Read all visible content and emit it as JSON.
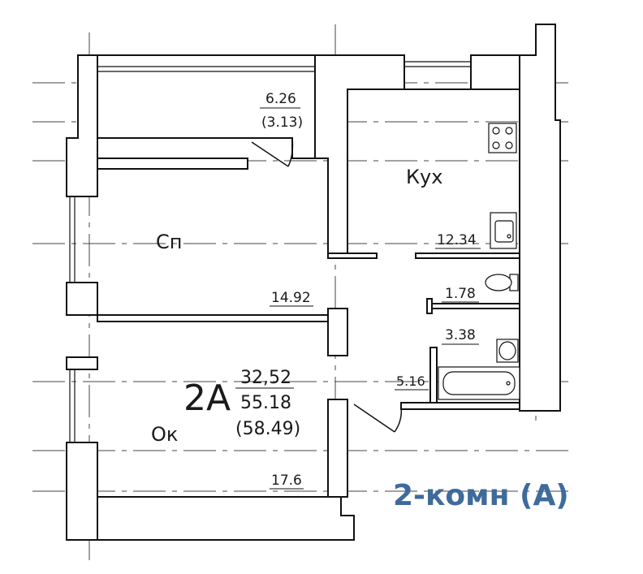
{
  "plan": {
    "title": "2-комн (А)",
    "apartment": {
      "code": "2А",
      "living_area": "32,52",
      "total_area": "55.18",
      "total_with_balcony": "(58.49)"
    },
    "rooms": {
      "balcony_area": "6.26",
      "balcony_area_reduced": "(3.13)",
      "kitchen_label": "Кух",
      "kitchen_area": "12.34",
      "bedroom_label": "Сп",
      "bedroom_area": "14.92",
      "wc_area": "1.78",
      "bath_area": "3.38",
      "hall_area": "5.16",
      "living_label": "Ок",
      "living_area": "17.6"
    },
    "colors": {
      "title": "#3e6b9c",
      "lines": "#111111"
    },
    "icons": [
      "stove-icon",
      "sink-icon",
      "toilet-icon",
      "washbasin-icon",
      "bathtub-icon"
    ]
  }
}
